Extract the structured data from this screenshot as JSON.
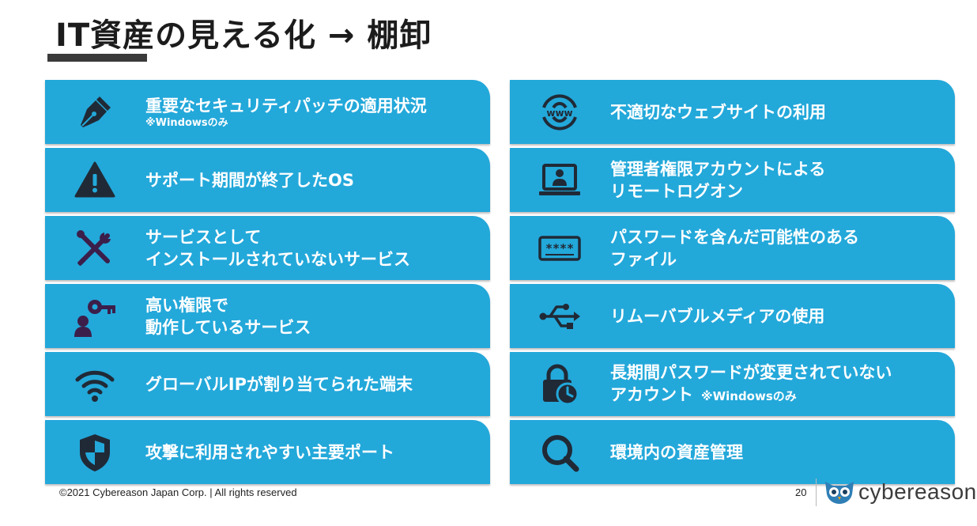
{
  "header": {
    "title": "IT資産の見える化 → 棚卸"
  },
  "left_items": [
    {
      "icon": "pen-nib-icon",
      "line1": "重要なセキュリティパッチの適用状況",
      "note": "※Windowsのみ"
    },
    {
      "icon": "warning-icon",
      "line1": "サポート期間が終了したOS"
    },
    {
      "icon": "tools-icon",
      "line1": "サービスとして",
      "line2": "インストールされていないサービス"
    },
    {
      "icon": "user-key-icon",
      "line1": "高い権限で",
      "line2": "動作しているサービス"
    },
    {
      "icon": "wifi-icon",
      "line1": "グローバルIPが割り当てられた端末"
    },
    {
      "icon": "shield-icon",
      "line1": "攻撃に利用されやすい主要ポート"
    }
  ],
  "right_items": [
    {
      "icon": "www-globe-icon",
      "line1": "不適切なウェブサイトの利用"
    },
    {
      "icon": "laptop-user-icon",
      "line1": "管理者権限アカウントによる",
      "line2": "リモートログオン"
    },
    {
      "icon": "password-field-icon",
      "line1": "パスワードを含んだ可能性のある",
      "line2": "ファイル"
    },
    {
      "icon": "usb-icon",
      "line1": "リムーバブルメディアの使用"
    },
    {
      "icon": "lock-clock-icon",
      "line1": "長期間パスワードが変更されていない",
      "line2": "アカウント",
      "note_inline": "※Windowsのみ"
    },
    {
      "icon": "magnifier-icon",
      "line1": "環境内の資産管理"
    }
  ],
  "footer": {
    "copyright": "©2021 Cybereason Japan Corp. | All rights reserved",
    "page_number": "20",
    "logo_text": "cybereason"
  },
  "colors": {
    "card": "#23a8da",
    "icon": "#202a36",
    "title_bar": "#3a3a3a"
  }
}
